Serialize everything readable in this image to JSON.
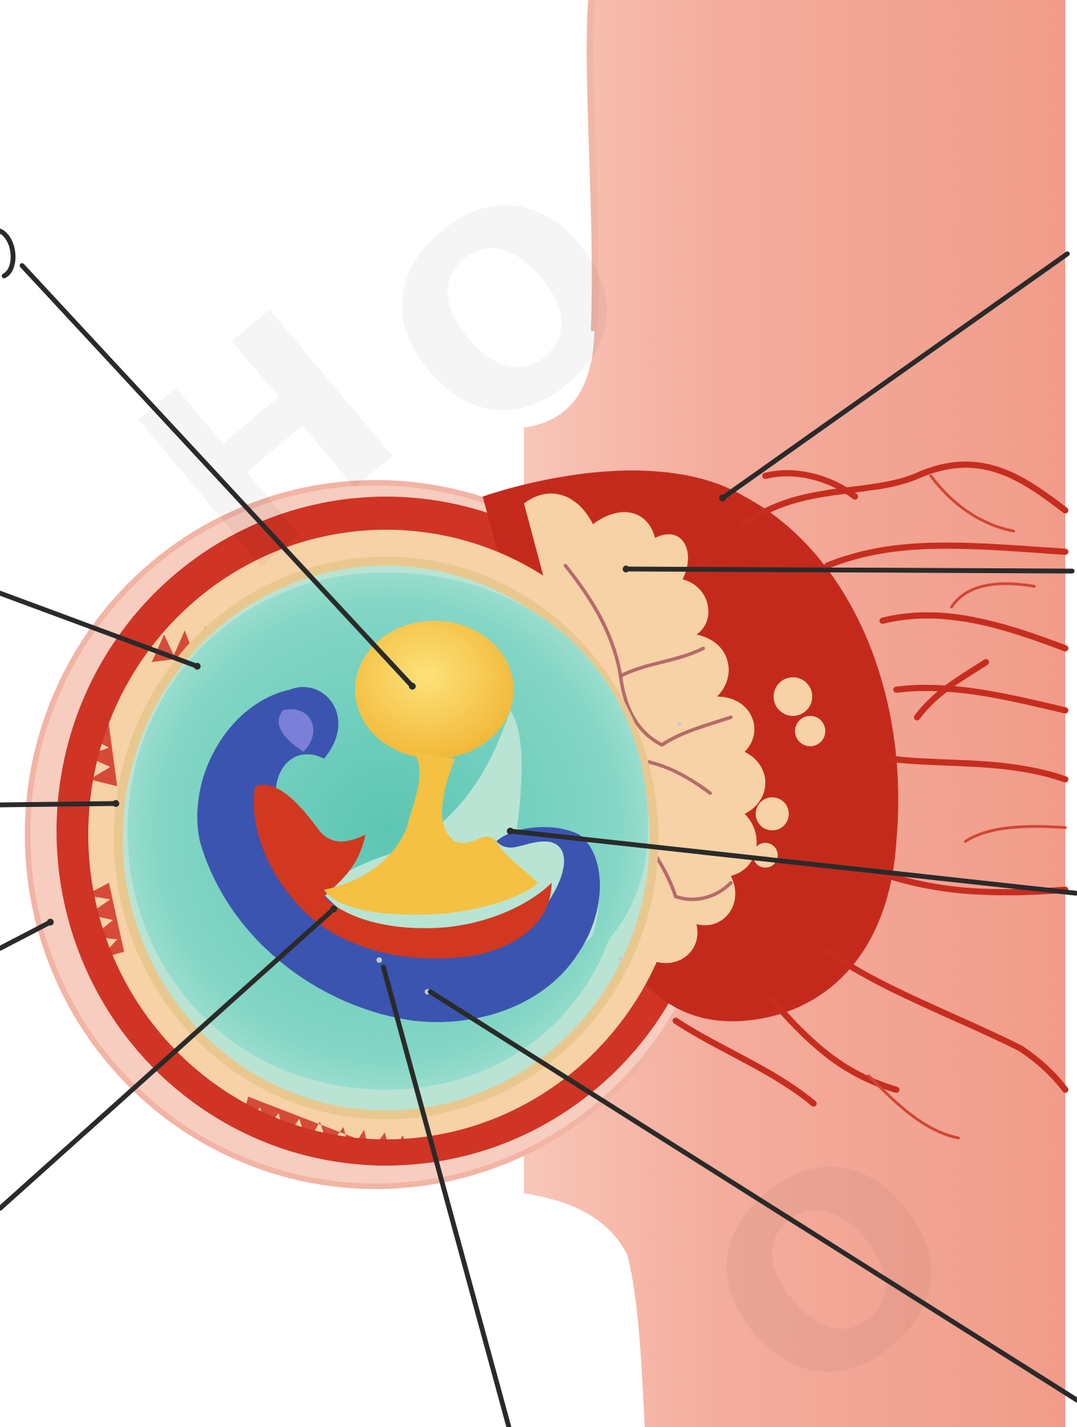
{
  "diagram": {
    "kind": "embryo implantation cross-section (unlabeled)",
    "labels": [],
    "leader_lines": [
      {
        "id": "leader-1",
        "points_to": "yolk-sac"
      },
      {
        "id": "leader-2",
        "points_to": "uterine-blood-vessel"
      },
      {
        "id": "leader-3",
        "points_to": "chorionic-villi"
      },
      {
        "id": "leader-4",
        "points_to": "amniotic-cavity"
      },
      {
        "id": "leader-5",
        "points_to": "chorion"
      },
      {
        "id": "leader-6",
        "points_to": "decidua"
      },
      {
        "id": "leader-7",
        "points_to": "body-stalk"
      },
      {
        "id": "leader-8",
        "points_to": "endoderm"
      },
      {
        "id": "leader-9",
        "points_to": "mesoderm"
      },
      {
        "id": "leader-10",
        "points_to": "ectoderm"
      }
    ],
    "colors": {
      "uterine_wall": "#f3a898",
      "uterine_wall_light": "#f8c4b6",
      "decidua_outer": "#f6c8bb",
      "blood_red": "#cc2a1e",
      "villi_cream": "#f6d1a4",
      "amnion_teal": "#7fd4c3",
      "yolk_yellow": "#f7c94a",
      "ectoderm_blue": "#3d56b3",
      "mesoderm_red": "#d33a25",
      "leader_line": "#2a2a2a"
    }
  }
}
